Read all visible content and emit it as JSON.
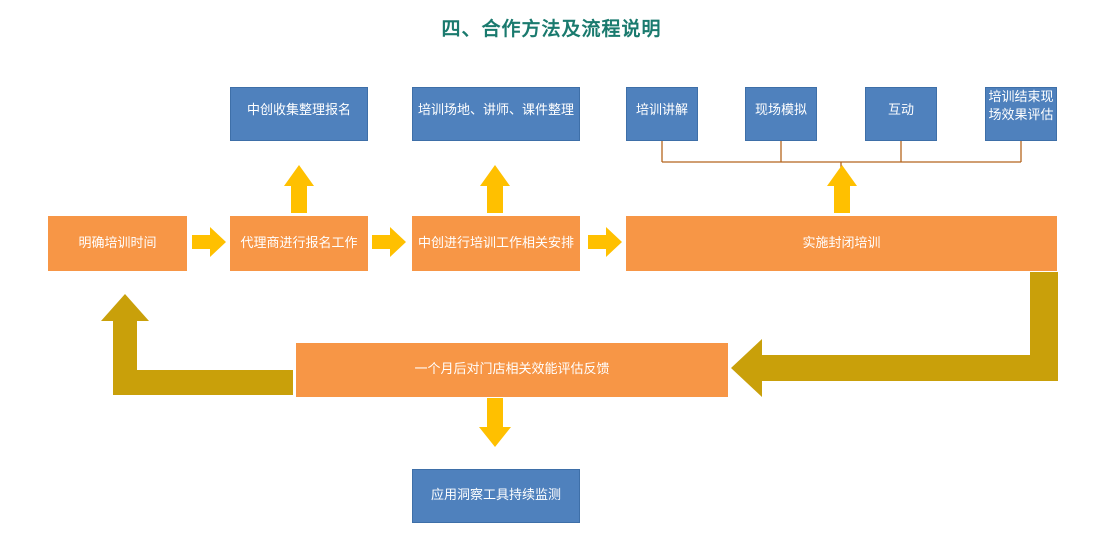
{
  "title": "四、合作方法及流程说明",
  "boxes": {
    "b_time": "明确培训时间",
    "b_agent": "代理商进行报名工作",
    "b_arrange": "中创进行培训工作相关安排",
    "b_closed": "实施封闭培训",
    "b_feedback": "一个月后对门店相关效能评估反馈",
    "b_collect": "中创收集整理报名",
    "b_venue": "培训场地、讲师、课件整理",
    "b_lecture": "培训讲解",
    "b_sim": "现场模拟",
    "b_interact": "互动",
    "b_eval": "培训结束现场效果评估",
    "b_monitor": "应用洞察工具持续监测"
  },
  "colors": {
    "title": "#1a7a6e",
    "blue_box": "#4f81bd",
    "orange_box": "#f79646",
    "arrow_yellow": "#ffc000",
    "arrow_gold": "#c9a00a",
    "connector": "#b5651d"
  }
}
